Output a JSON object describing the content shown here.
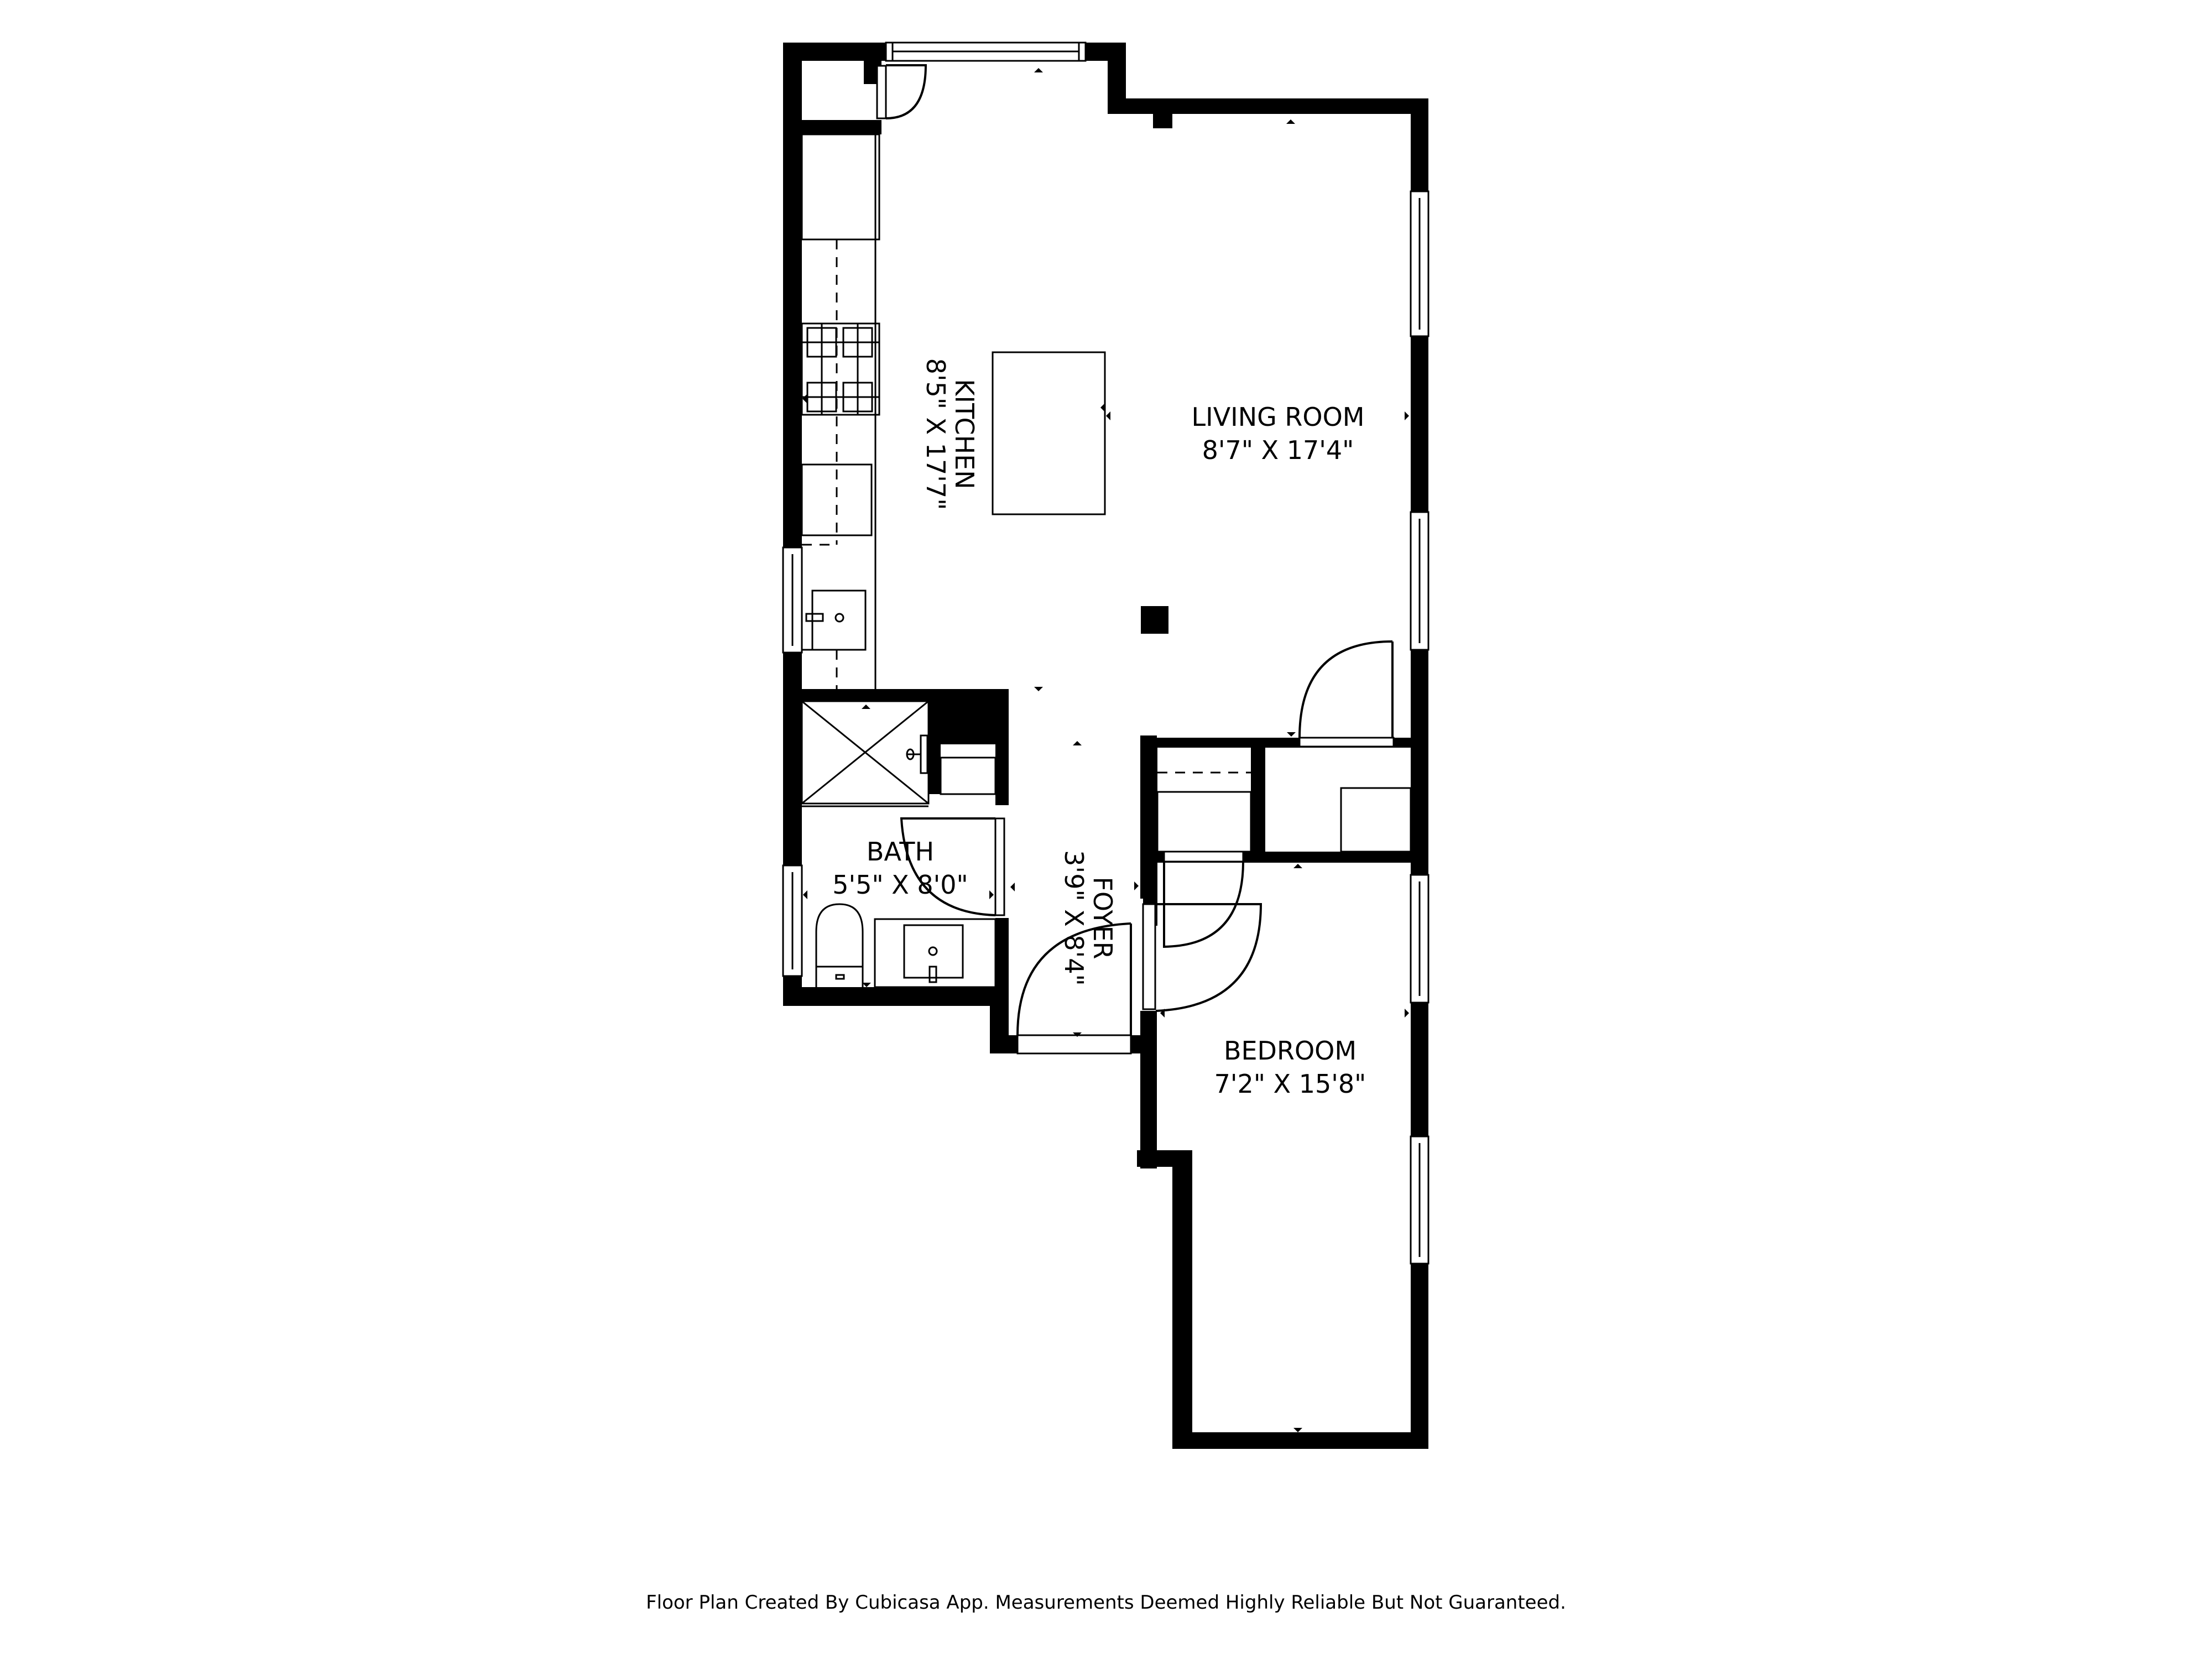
{
  "floor_plan": {
    "rooms": [
      {
        "id": "kitchen",
        "name": "KITCHEN",
        "dimensions": "8'5\" X 17'7\"",
        "orientation": "rotated-90"
      },
      {
        "id": "living_room",
        "name": "LIVING ROOM",
        "dimensions": "8'7\" X 17'4\"",
        "orientation": "horizontal"
      },
      {
        "id": "bath",
        "name": "BATH",
        "dimensions": "5'5\" X 8'0\"",
        "orientation": "horizontal"
      },
      {
        "id": "foyer",
        "name": "FOYER",
        "dimensions": "3'9\" X 8'4\"",
        "orientation": "rotated-90"
      },
      {
        "id": "bedroom",
        "name": "BEDROOM",
        "dimensions": "7'2\" X 15'8\"",
        "orientation": "horizontal"
      }
    ],
    "colors": {
      "wall": "#000000",
      "background": "#ffffff"
    }
  },
  "footer": {
    "disclaimer": "Floor Plan Created By Cubicasa App. Measurements Deemed Highly Reliable But Not Guaranteed."
  }
}
